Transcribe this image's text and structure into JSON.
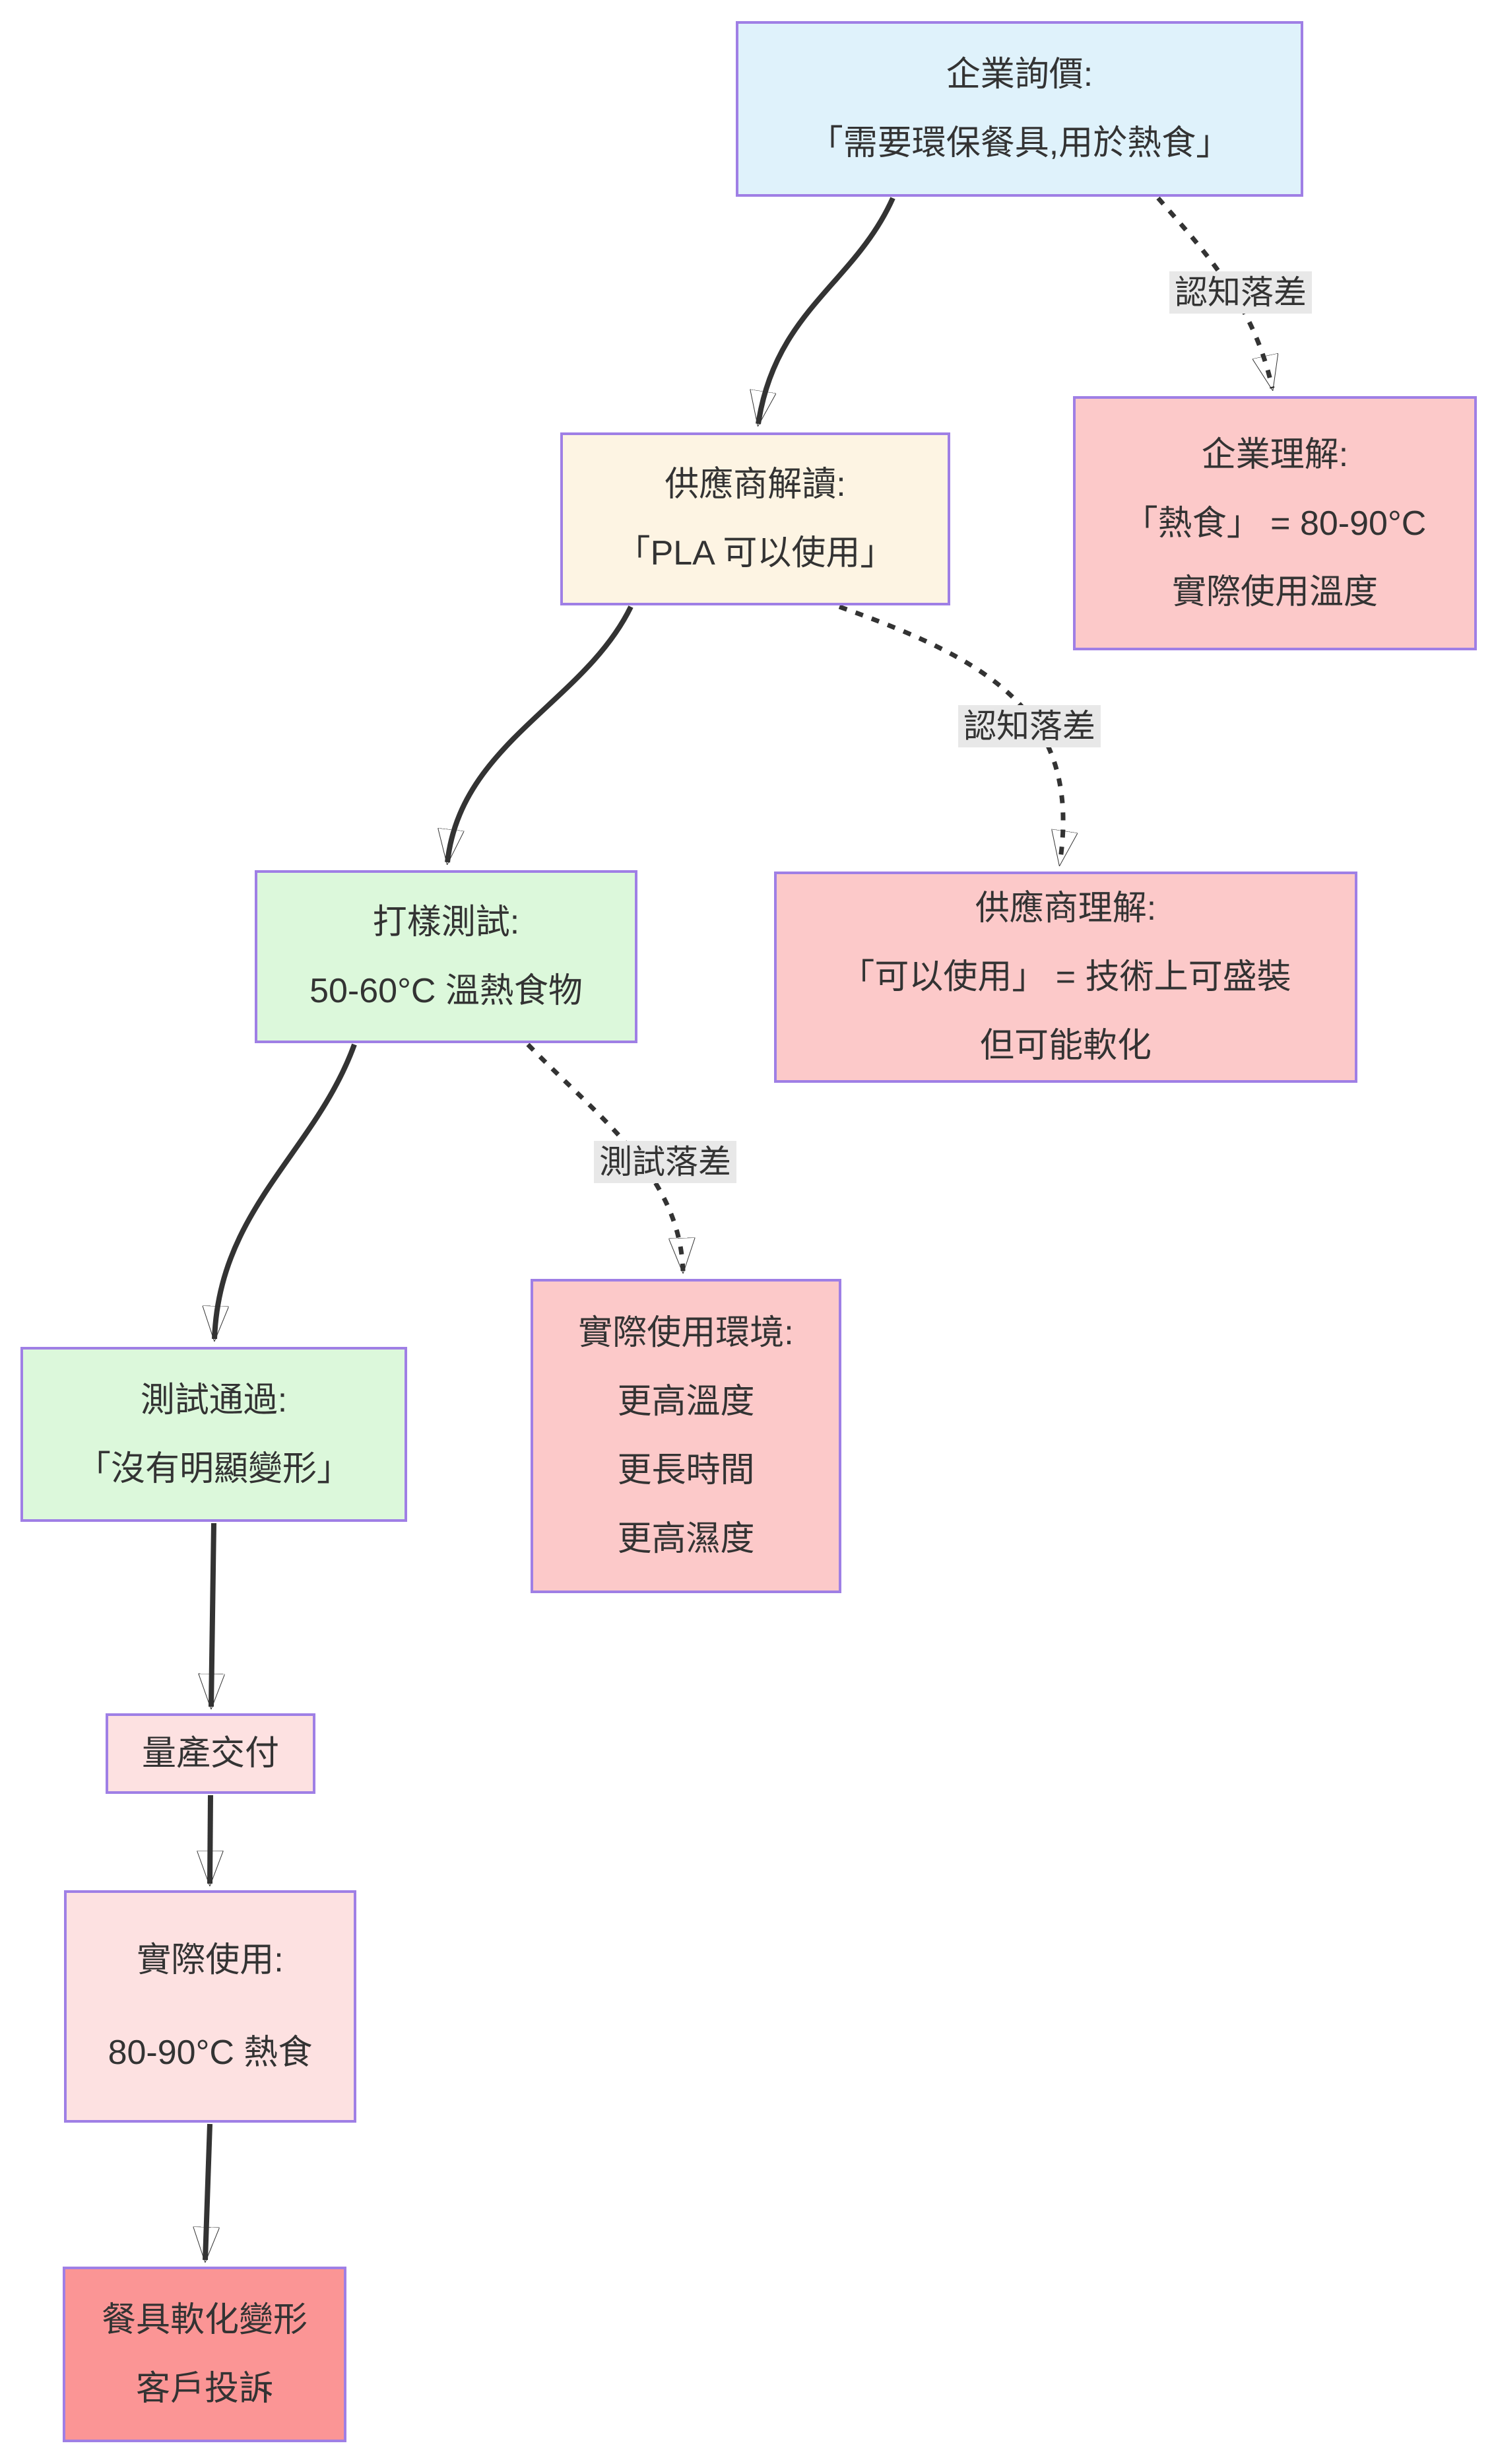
{
  "diagram": {
    "type": "flowchart",
    "direction": "top-down",
    "nodes": {
      "inquiry": {
        "lines": [
          "企業詢價:",
          "「需要環保餐具,用於熱食」"
        ],
        "fill": "#dff2fb"
      },
      "supplier_reading": {
        "lines": [
          "供應商解讀:",
          "「PLA 可以使用」"
        ],
        "fill": "#fdf4e3"
      },
      "company_understanding": {
        "lines": [
          "企業理解:",
          "「熱食」 = 80-90°C",
          "實際使用溫度"
        ],
        "fill": "#fcc9c9"
      },
      "sample_test": {
        "lines": [
          "打樣測試:",
          "50-60°C 溫熱食物"
        ],
        "fill": "#dcf8db"
      },
      "supplier_understanding": {
        "lines": [
          "供應商理解:",
          "「可以使用」 = 技術上可盛裝",
          "但可能軟化"
        ],
        "fill": "#fcc9c9"
      },
      "test_passed": {
        "lines": [
          "測試通過:",
          "「沒有明顯變形」"
        ],
        "fill": "#dcf8db"
      },
      "real_environment": {
        "lines": [
          "實際使用環境:",
          "更高溫度",
          "更長時間",
          "更高濕度"
        ],
        "fill": "#fcc9c9"
      },
      "mass_production": {
        "lines": [
          "量產交付"
        ],
        "fill": "#fde1e1"
      },
      "actual_use": {
        "lines": [
          "實際使用:",
          "80-90°C 熱食"
        ],
        "fill": "#fde1e1"
      },
      "complaint": {
        "lines": [
          "餐具軟化變形",
          "客戶投訴"
        ],
        "fill": "#fb9595"
      }
    },
    "edges": [
      {
        "from": "inquiry",
        "to": "supplier_reading",
        "style": "solid",
        "label": ""
      },
      {
        "from": "inquiry",
        "to": "company_understanding",
        "style": "dashed",
        "label": "認知落差"
      },
      {
        "from": "supplier_reading",
        "to": "sample_test",
        "style": "solid",
        "label": ""
      },
      {
        "from": "supplier_reading",
        "to": "supplier_understanding",
        "style": "dashed",
        "label": "認知落差"
      },
      {
        "from": "sample_test",
        "to": "test_passed",
        "style": "solid",
        "label": ""
      },
      {
        "from": "sample_test",
        "to": "real_environment",
        "style": "dashed",
        "label": "測試落差"
      },
      {
        "from": "test_passed",
        "to": "mass_production",
        "style": "solid",
        "label": ""
      },
      {
        "from": "mass_production",
        "to": "actual_use",
        "style": "solid",
        "label": ""
      },
      {
        "from": "actual_use",
        "to": "complaint",
        "style": "solid",
        "label": ""
      }
    ],
    "colors": {
      "node_border": "#9f7fe5",
      "arrow": "#333333",
      "text": "#333333",
      "edge_label_background": "#e8e8e8",
      "background": "#ffffff",
      "fill_blue": "#dff2fb",
      "fill_cream": "#fdf4e3",
      "fill_pink": "#fcc9c9",
      "fill_green": "#dcf8db",
      "fill_light_pink": "#fde1e1",
      "fill_red": "#fb9595"
    }
  }
}
